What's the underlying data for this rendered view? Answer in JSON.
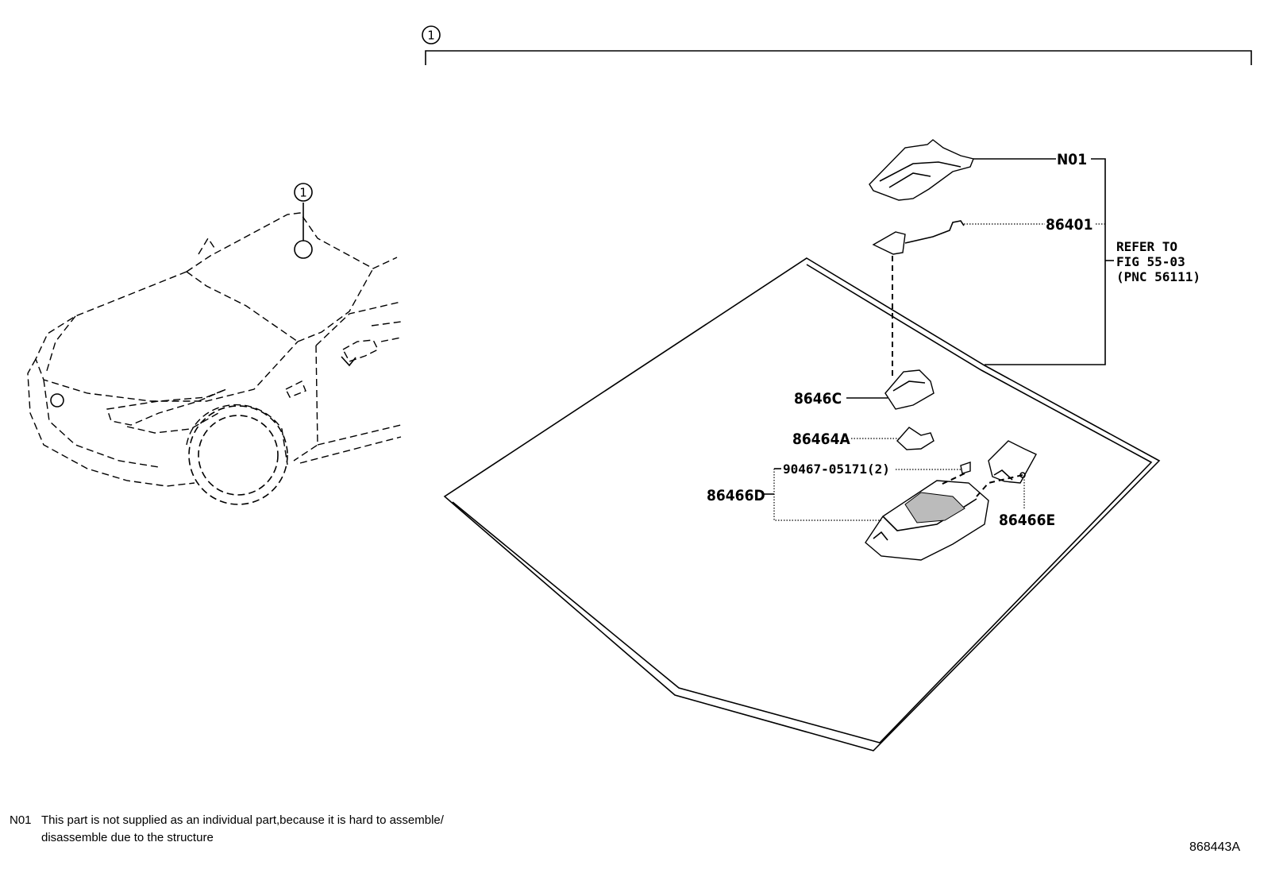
{
  "callouts": {
    "ref_top": "1",
    "ref_car": "1"
  },
  "labels": {
    "n01": "N01",
    "p86401": "86401",
    "refer_line1": "REFER TO",
    "refer_line2": "FIG 55-03",
    "refer_line3": "(PNC 56111)",
    "p8646c": "8646C",
    "p86464a": "86464A",
    "p90467": "90467-05171(2)",
    "p86466d": "86466D",
    "p86466e": "86466E"
  },
  "footnote": {
    "code": "N01",
    "line1": "This part is not supplied as an individual part,because it is hard to assemble/",
    "line2": "disassemble due to the structure"
  },
  "figure_id": "868443A"
}
